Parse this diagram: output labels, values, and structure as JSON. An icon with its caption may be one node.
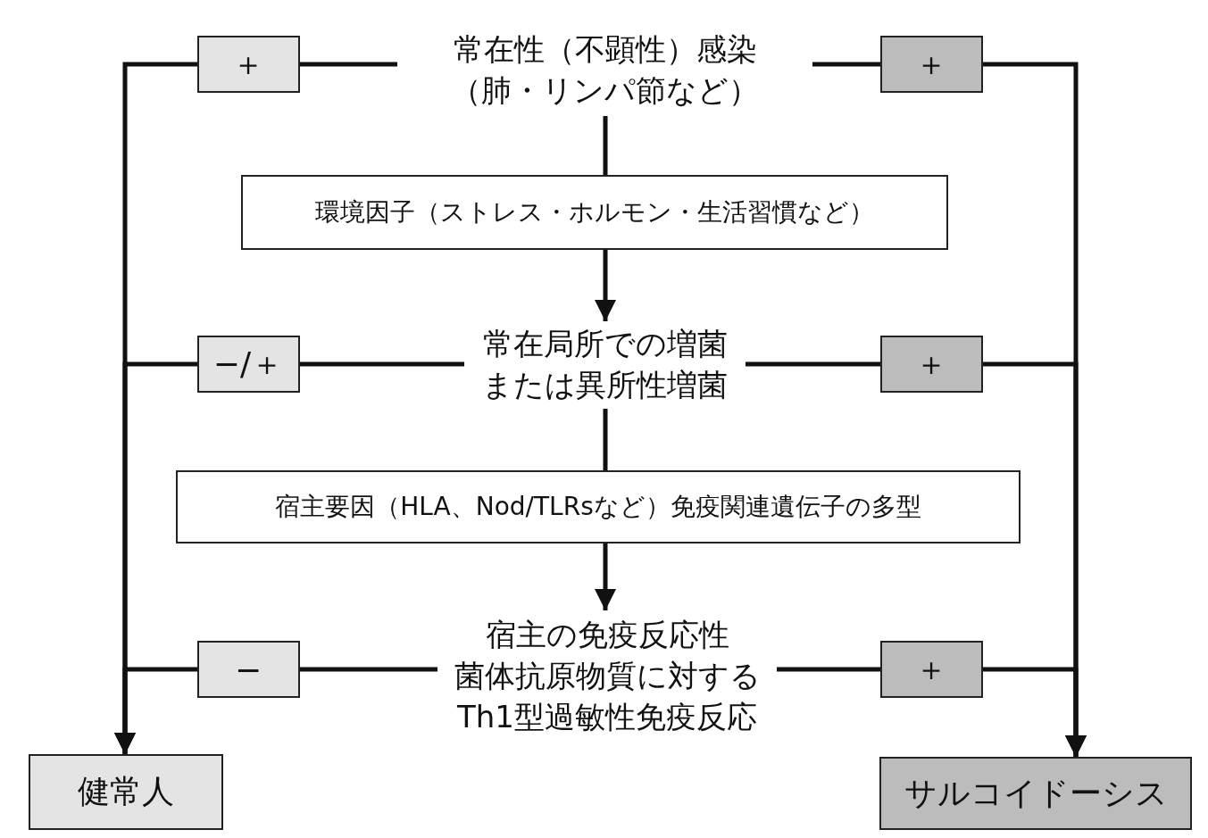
{
  "diagram": {
    "nodes": [
      {
        "text": [
          "常在性（不顕性）感染",
          "（肺・リンパ節など）"
        ]
      },
      {
        "text": [
          "環境因子（ストレス・ホルモン・生活習慣など）"
        ]
      },
      {
        "text": [
          "常在局所での増菌または異所性増菌"
        ]
      },
      {
        "text": [
          "宿主要因（HLA、Nod/TLRsなど）免疫関連遺伝子の多型"
        ]
      },
      {
        "text": [
          "宿主の免疫反応性",
          "菌体抗原物質に対するTh1型過敏性免疫反応"
        ]
      },
      {
        "text": [
          "健常人"
        ]
      },
      {
        "text": [
          "サルコイドーシス"
        ]
      }
    ],
    "edges": [
      {
        "from": 0,
        "to": 1,
        "arrow": "none"
      },
      {
        "from": 1,
        "to": 2,
        "arrow": "to"
      },
      {
        "from": 2,
        "to": 3,
        "arrow": "none"
      },
      {
        "from": 3,
        "to": 4,
        "arrow": "to"
      },
      {
        "from": 0,
        "to": 5,
        "arrow": "to",
        "label": "＋"
      },
      {
        "from": 2,
        "to": 5,
        "arrow": "to",
        "label": "−/＋"
      },
      {
        "from": 4,
        "to": 5,
        "arrow": "to",
        "label": "−"
      },
      {
        "from": 0,
        "to": 6,
        "arrow": "to",
        "label": "＋"
      },
      {
        "from": 2,
        "to": 6,
        "arrow": "to",
        "label": "＋"
      },
      {
        "from": 4,
        "to": 6,
        "arrow": "to",
        "label": "＋"
      }
    ]
  }
}
